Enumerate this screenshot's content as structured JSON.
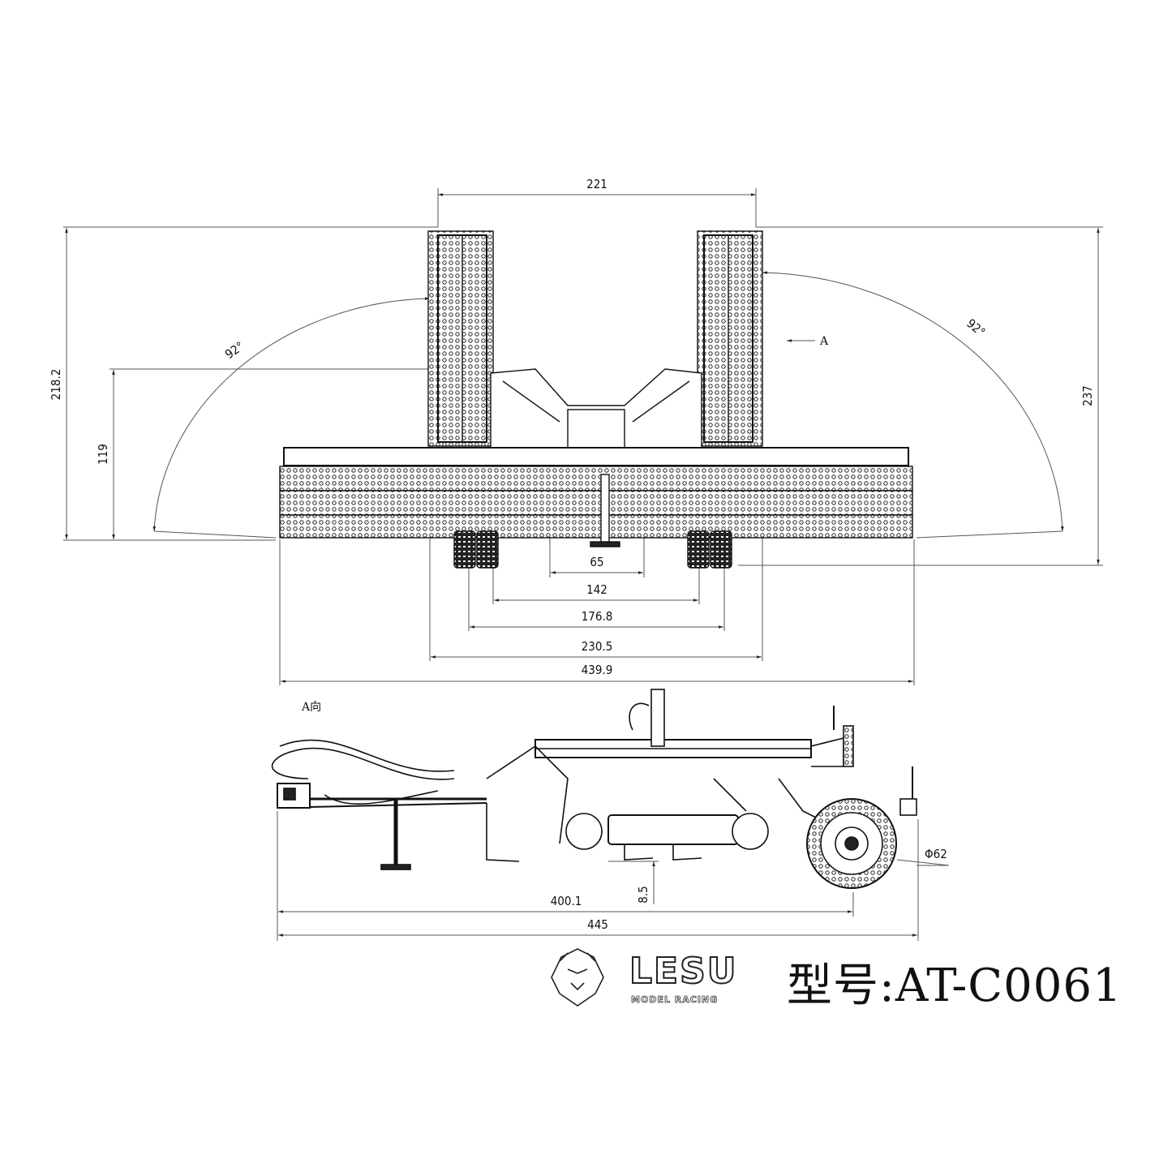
{
  "drawing": {
    "front_view": {
      "dimensions": {
        "top_width": "221",
        "overall_height_left": "218.2",
        "frame_height_left": "119",
        "overall_height_right": "237",
        "fold_angle_left": "92°",
        "fold_angle_right": "92°",
        "stand_width": "65",
        "inner_track": "142",
        "outer_track": "176.8",
        "folded_width": "230.5",
        "working_width": "439.9"
      },
      "view_arrow_label": "A"
    },
    "side_view": {
      "title": "A向",
      "dimensions": {
        "hitch_to_axle": "400.1",
        "overall_length": "445",
        "tine_depth": "8.5",
        "wheel_diameter": "Φ62"
      }
    }
  },
  "branding": {
    "brand_name": "LESU",
    "brand_tagline": "MODEL RACING",
    "model_label": "型号:AT-C0061"
  }
}
